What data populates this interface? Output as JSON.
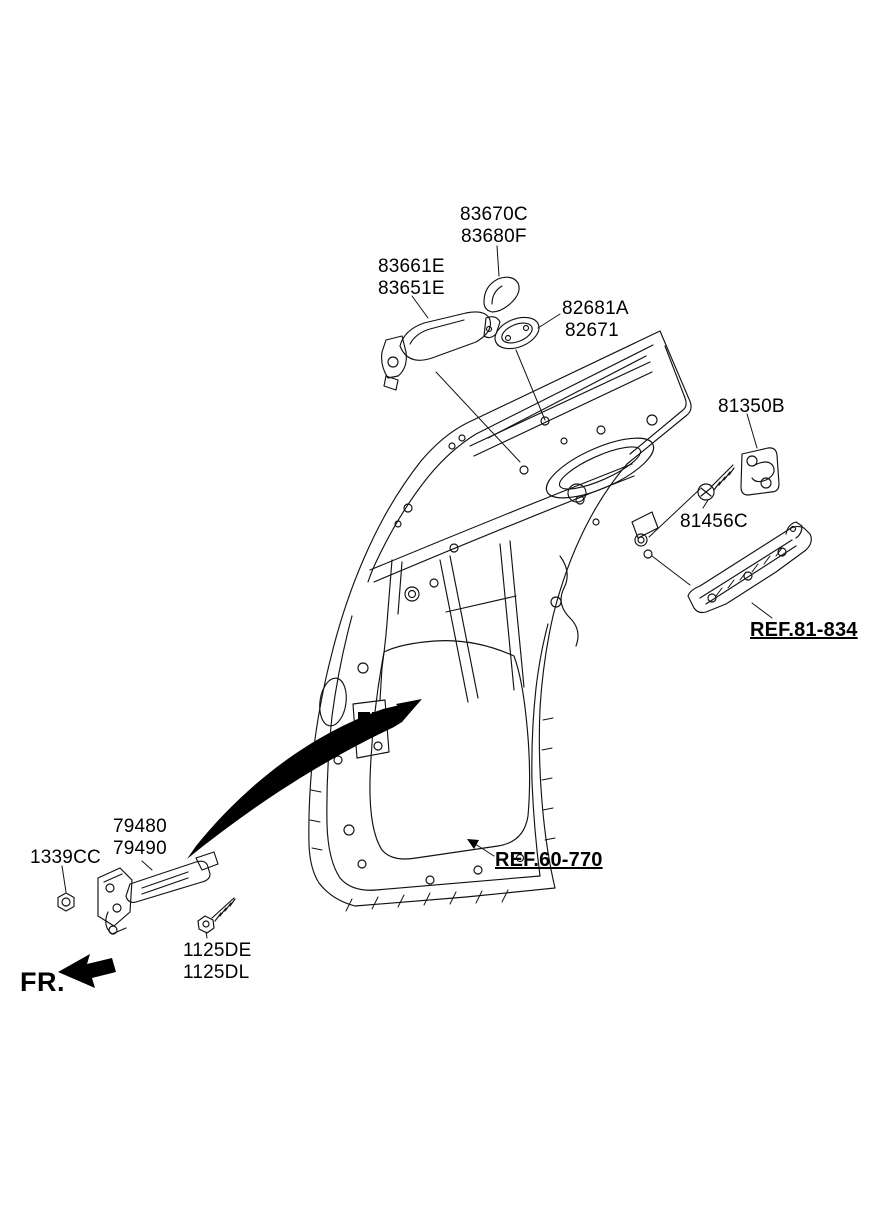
{
  "parts": [
    {
      "name": "handle-cover",
      "lines": [
        "83670C",
        "83680F"
      ]
    },
    {
      "name": "outside-handle",
      "lines": [
        "83661E",
        "83651E"
      ]
    },
    {
      "name": "handle-pad",
      "lines": [
        "82681A",
        "82671"
      ]
    },
    {
      "name": "door-striker",
      "lines": [
        "81350B"
      ]
    },
    {
      "name": "striker-screw",
      "lines": [
        "81456C"
      ]
    },
    {
      "name": "door-checker",
      "lines": [
        "79480",
        "79490"
      ]
    },
    {
      "name": "checker-nut",
      "lines": [
        "1339CC"
      ]
    },
    {
      "name": "checker-bolt",
      "lines": [
        "1125DE",
        "1125DL"
      ]
    }
  ],
  "references": [
    {
      "label": "REF.81-834"
    },
    {
      "label": "REF.60-770"
    }
  ],
  "front_marker": "FR.",
  "colors": {
    "line": "#121212",
    "background": "#ffffff"
  }
}
